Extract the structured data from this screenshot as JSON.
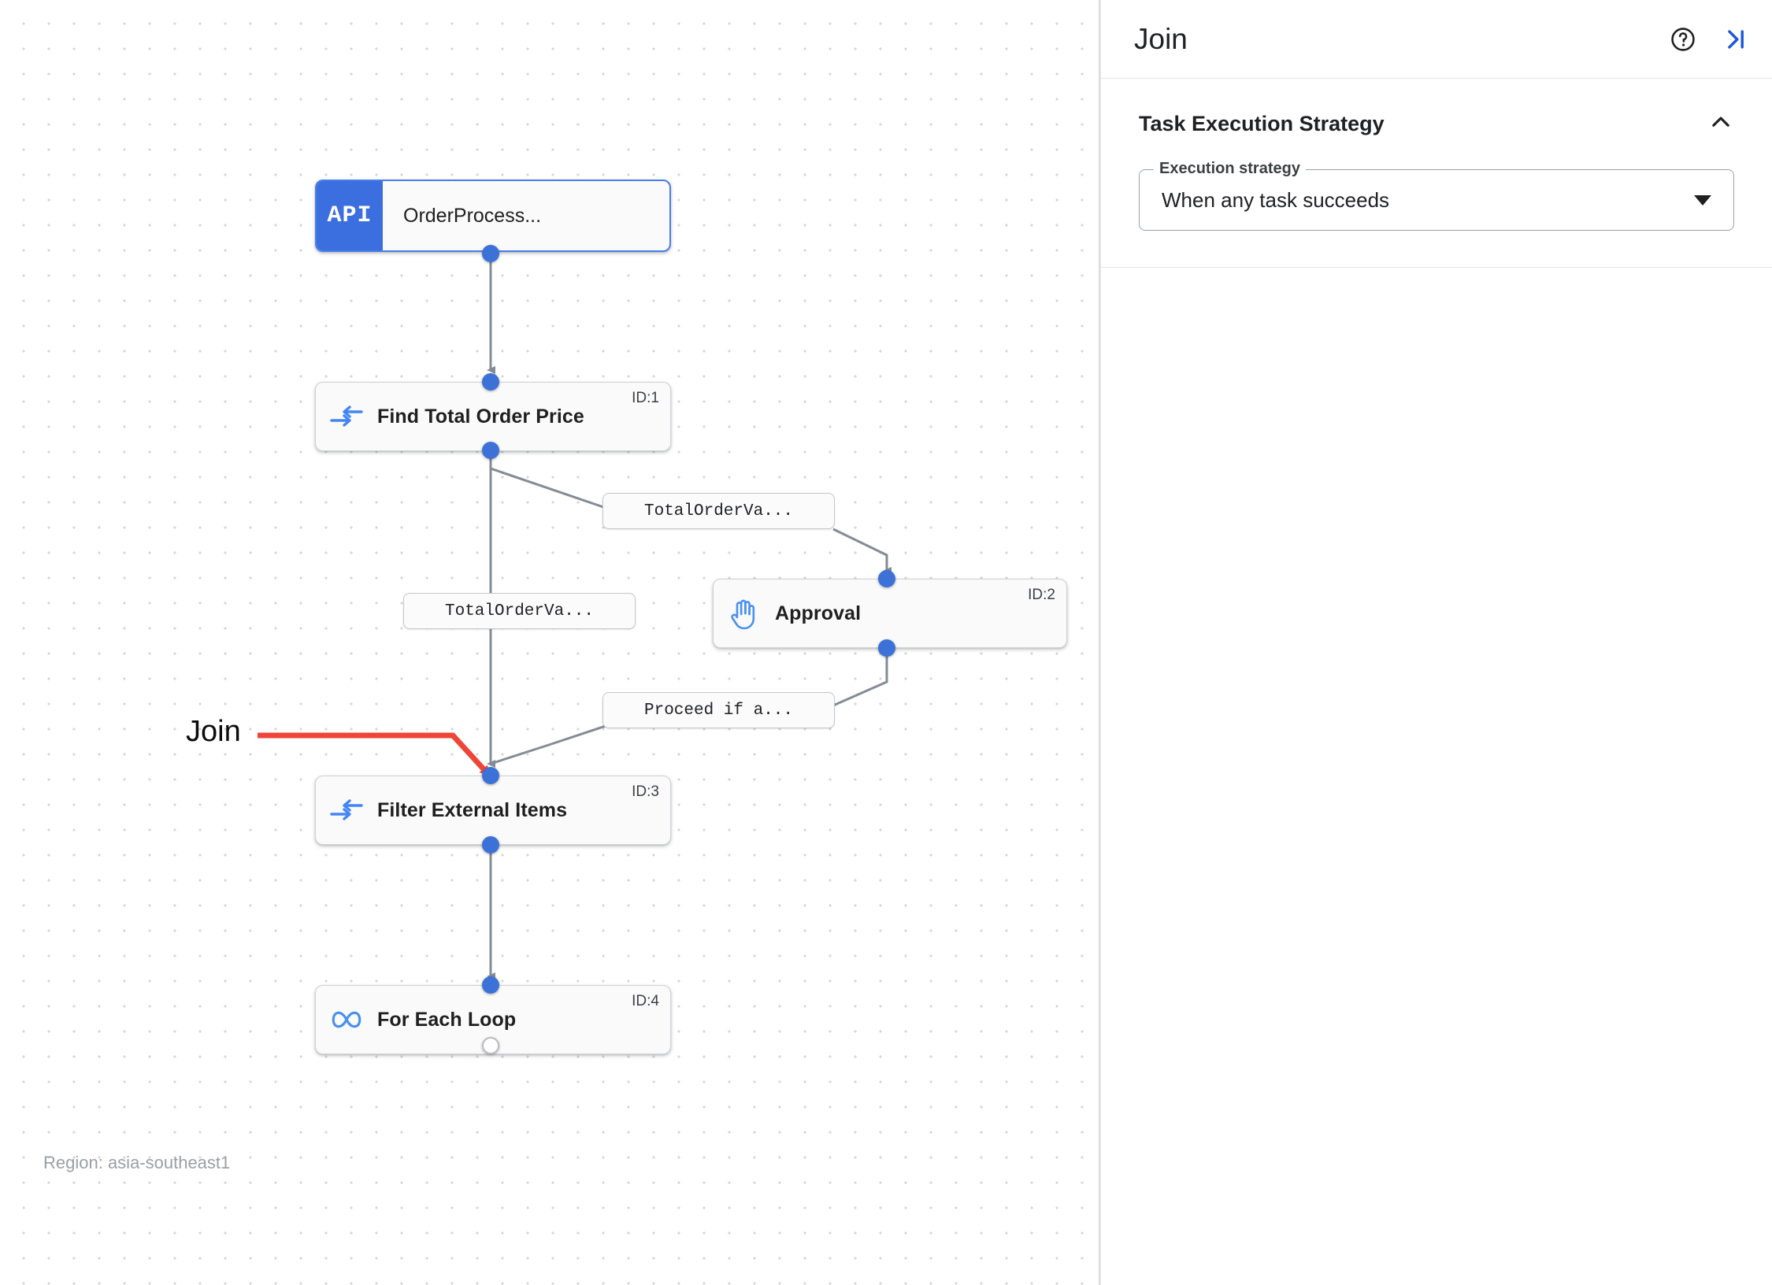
{
  "window": {
    "top_bar_color": "#000000"
  },
  "canvas": {
    "region_label": "Region: asia-southeast1",
    "grid_dot_color": "#d6d6d6",
    "background": "#ffffff",
    "nodes": [
      {
        "id": "trigger",
        "badge": "API",
        "title": "OrderProcess...",
        "icon": "api-badge-icon",
        "badge_color": "#3b6ede",
        "id_label": "",
        "selected": true
      },
      {
        "id": "task-1",
        "title": "Find Total Order Price",
        "icon": "data-mapping-icon",
        "id_label": "ID:1",
        "selected": false
      },
      {
        "id": "task-2",
        "title": "Approval",
        "icon": "raised-hand-icon",
        "id_label": "ID:2",
        "selected": false
      },
      {
        "id": "task-3",
        "title": "Filter External Items",
        "icon": "data-mapping-icon",
        "id_label": "ID:3",
        "selected": false
      },
      {
        "id": "task-4",
        "title": "For Each Loop",
        "icon": "infinity-icon",
        "id_label": "ID:4",
        "selected": false
      }
    ],
    "edge_labels": [
      {
        "id": "edge-label-1",
        "text": "TotalOrderVa..."
      },
      {
        "id": "edge-label-2",
        "text": "TotalOrderVa..."
      },
      {
        "id": "edge-label-3",
        "text": "Proceed if a..."
      }
    ],
    "annotation": {
      "text": "Join",
      "color": "#ef4538"
    }
  },
  "panel": {
    "title": "Join",
    "help_icon": "help-circle-icon",
    "collapse_icon": "collapse-panel-right-icon",
    "collapse_icon_color": "#1a56db",
    "sections": [
      {
        "id": "task-execution-strategy",
        "title": "Task Execution Strategy",
        "expanded": true,
        "chevron_icon": "chevron-up-icon",
        "field": {
          "legend": "Execution strategy",
          "value": "When any task succeeds",
          "arrow_icon": "dropdown-arrow-icon",
          "options": [
            "When any task succeeds"
          ]
        }
      }
    ]
  }
}
